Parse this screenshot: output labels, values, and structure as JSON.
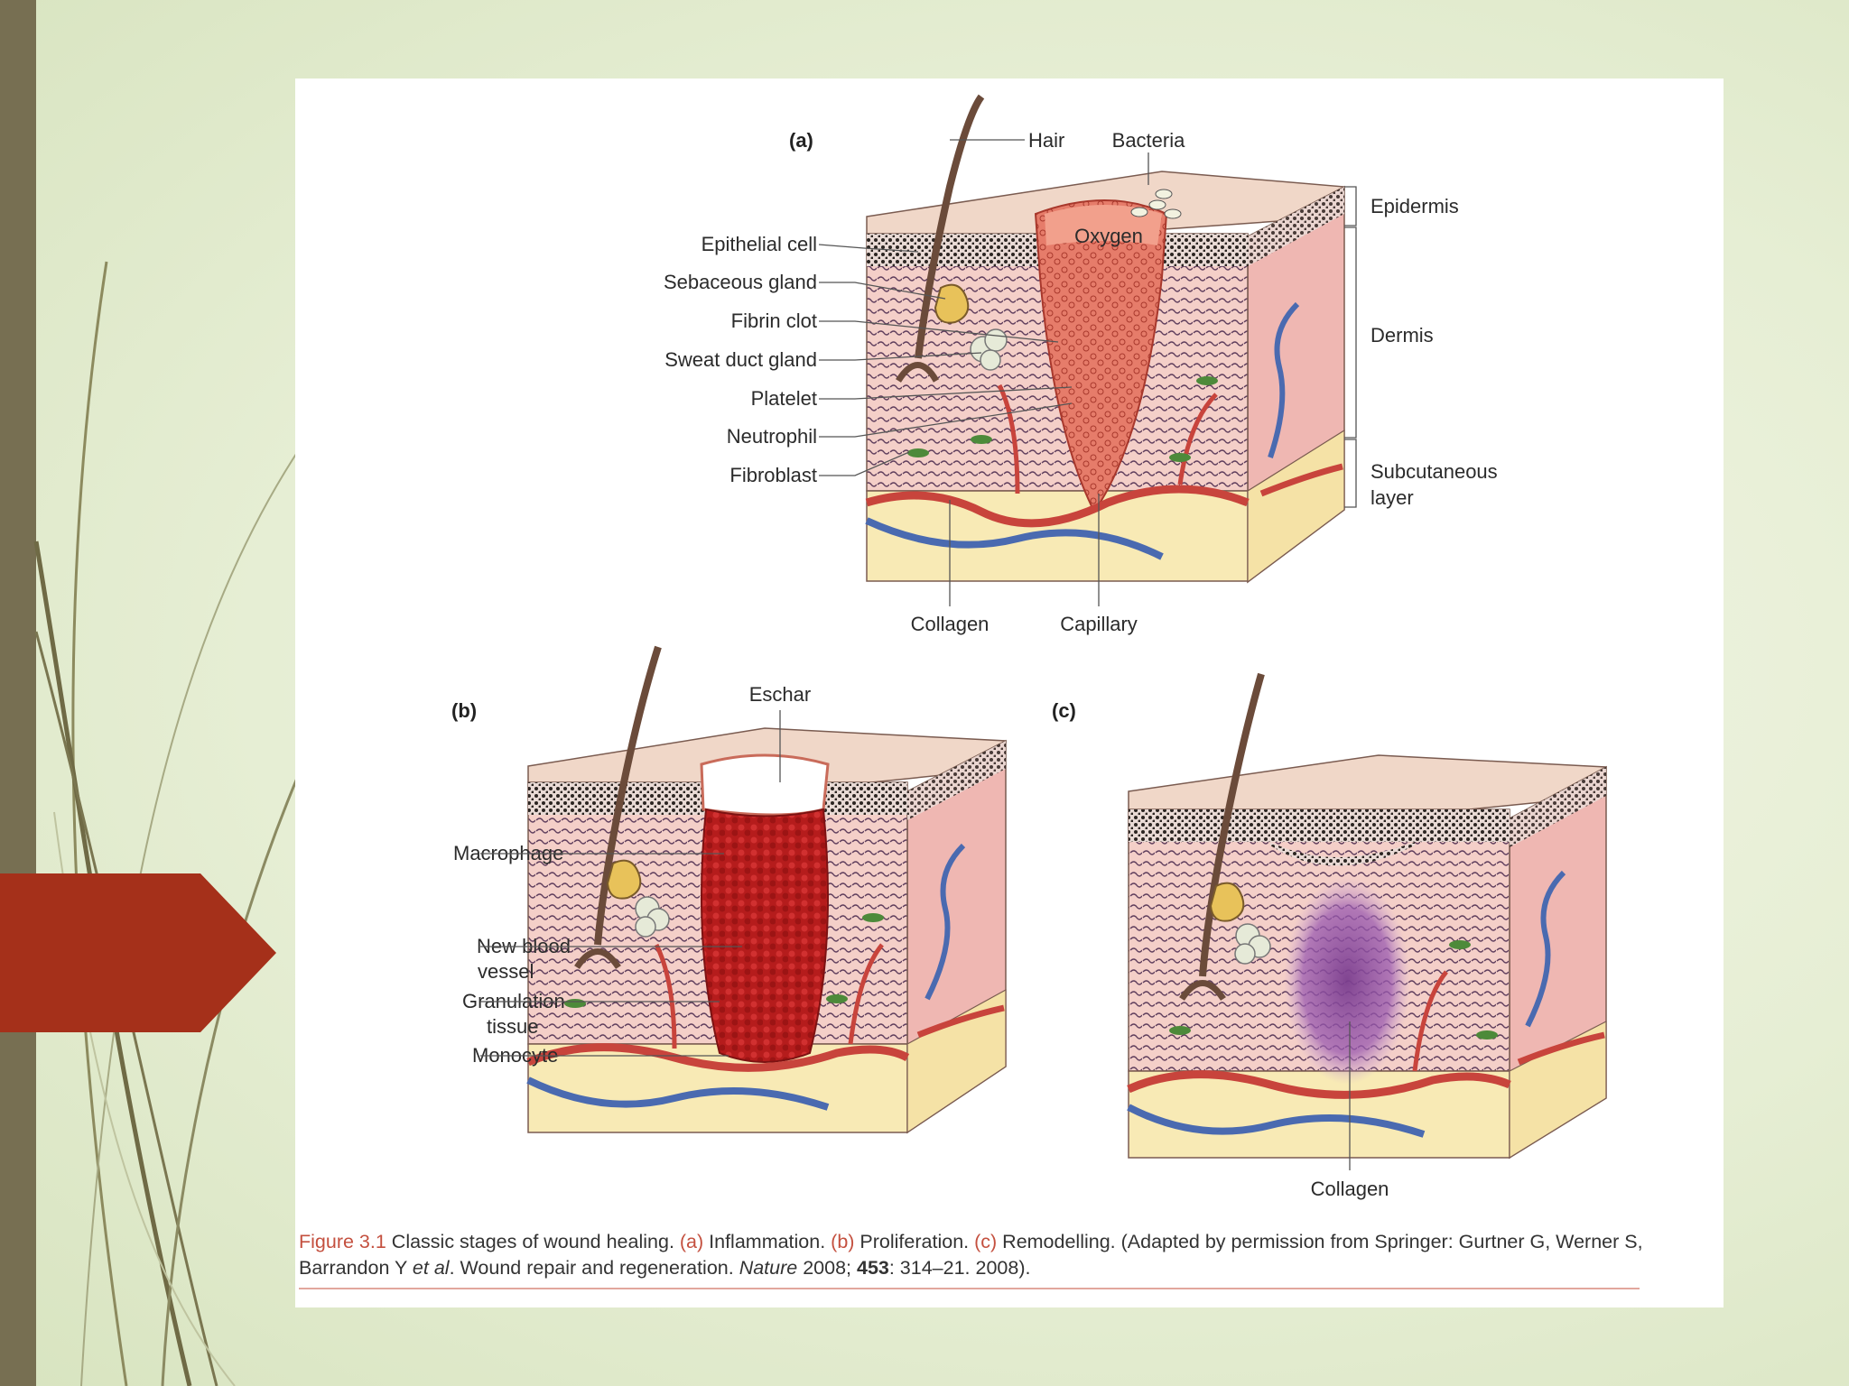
{
  "panels": {
    "a": {
      "tag": "(a)",
      "left_labels": [
        "Epithelial cell",
        "Sebaceous gland",
        "Fibrin clot",
        "Sweat duct gland",
        "Platelet",
        "Neutrophil",
        "Fibroblast"
      ],
      "top_labels": {
        "hair": "Hair",
        "bacteria": "Bacteria",
        "oxygen": "Oxygen"
      },
      "layer_labels": {
        "epidermis": "Epidermis",
        "dermis": "Dermis",
        "subcutaneous_1": "Subcutaneous",
        "subcutaneous_2": "layer"
      },
      "bottom_labels": {
        "collagen": "Collagen",
        "capillary": "Capillary"
      }
    },
    "b": {
      "tag": "(b)",
      "eschar": "Eschar",
      "labels": {
        "macrophage": "Macrophage",
        "new_blood_1": "New blood",
        "new_blood_2": "vessel",
        "granulation_1": "Granulation",
        "granulation_2": "tissue",
        "monocyte": "Monocyte"
      }
    },
    "c": {
      "tag": "(c)",
      "collagen": "Collagen"
    }
  },
  "caption": {
    "figure_ref": "Figure 3.1",
    "t1": " Classic stages of wound healing. ",
    "a": "(a)",
    "t2": " Inflammation. ",
    "b": "(b)",
    "t3": " Proliferation. ",
    "c": "(c)",
    "t4": " Remodelling. (Adapted by permission from Springer: Gurtner G, Werner S, Barrandon Y ",
    "etal": "et al",
    "t5": ". Wound repair and regeneration. ",
    "journal": "Nature",
    "t6": " 2008; ",
    "volume": "453",
    "t7": ": 314–21. 2008)."
  },
  "colors": {
    "slide_bar": "#776f52",
    "arrow": "#a5301a",
    "caption_highlight": "#c4503f",
    "skin": "#f2c5bd",
    "fat": "#f8eab5",
    "wound": "#e8806e",
    "vessel_red": "#c8443c",
    "vessel_blue": "#4a6ab0"
  }
}
